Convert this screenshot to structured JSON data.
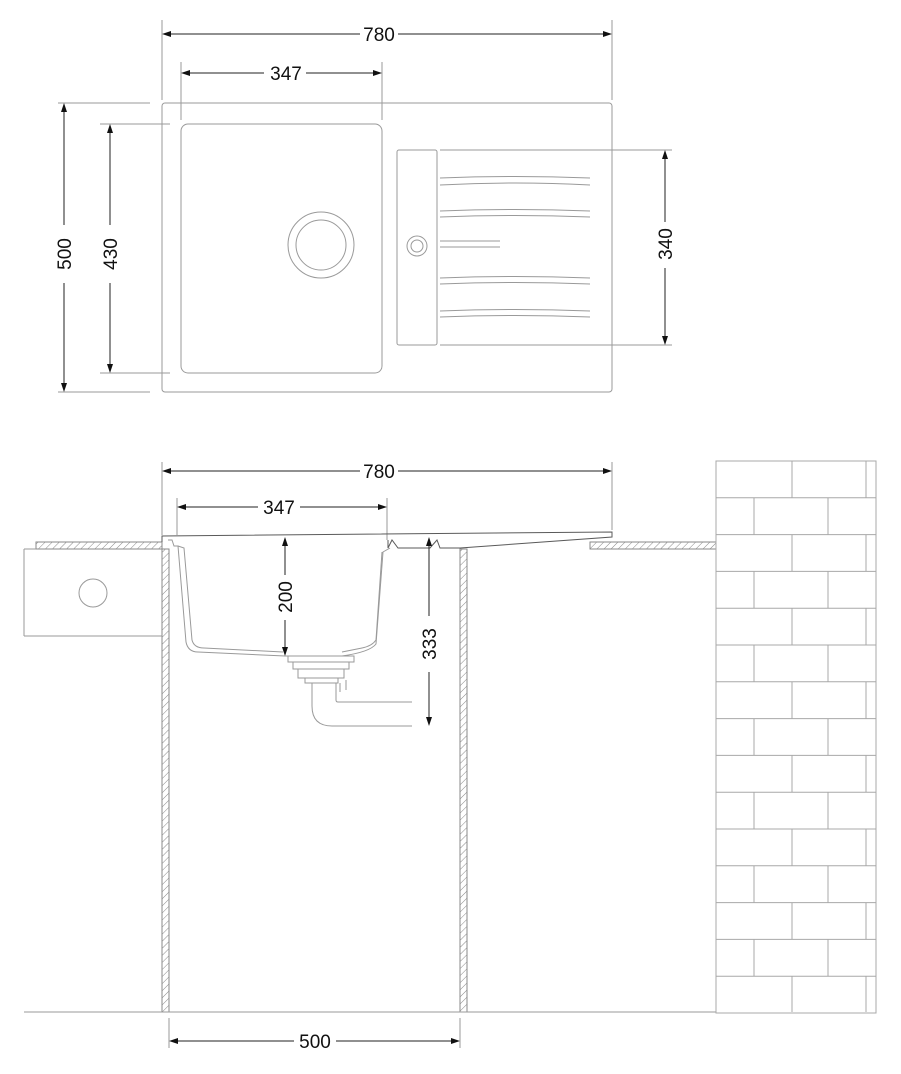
{
  "top_view": {
    "dimensions": {
      "overall_width": "780",
      "bowl_width": "347",
      "overall_depth": "500",
      "bowl_depth": "430",
      "drainboard_depth": "340"
    }
  },
  "side_view": {
    "dimensions": {
      "overall_width": "780",
      "bowl_width": "347",
      "bowl_depth": "200",
      "drain_depth": "333",
      "cabinet_width": "500"
    }
  }
}
